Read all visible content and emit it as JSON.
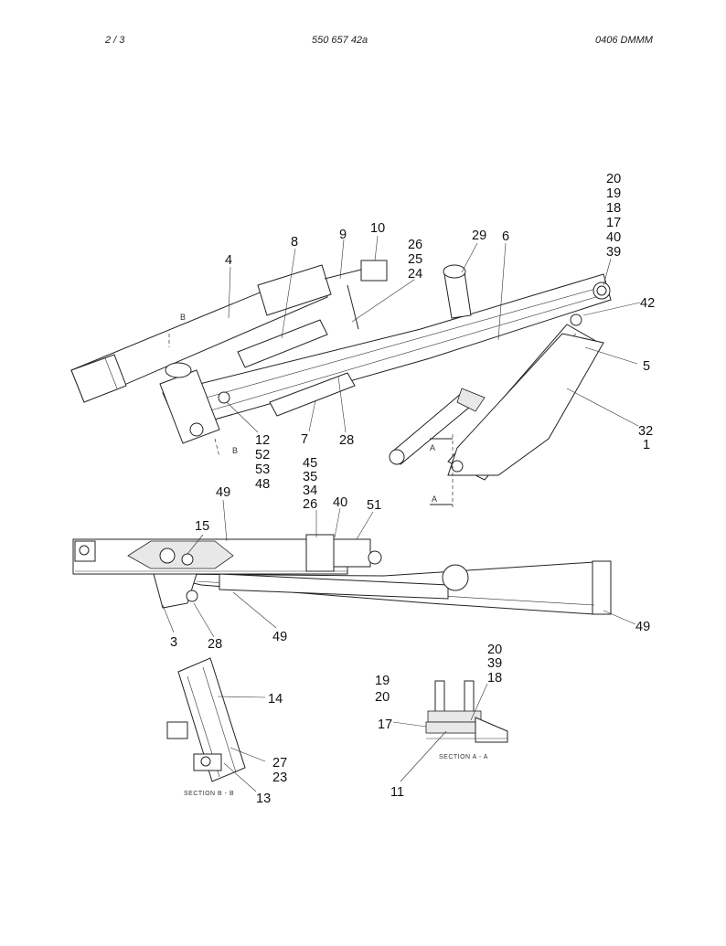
{
  "header": {
    "page": "2 /   3",
    "drawing_no": "550 657 42a",
    "code": "0406 DMMM"
  },
  "callouts": [
    {
      "id": "c20a",
      "text": "20"
    },
    {
      "id": "c19a",
      "text": "19"
    },
    {
      "id": "c18a",
      "text": "18"
    },
    {
      "id": "c17a",
      "text": "17"
    },
    {
      "id": "c40a",
      "text": "40"
    },
    {
      "id": "c39a",
      "text": "39"
    },
    {
      "id": "c42",
      "text": "42"
    },
    {
      "id": "c5",
      "text": "5"
    },
    {
      "id": "c32",
      "text": "32"
    },
    {
      "id": "c1",
      "text": "1"
    },
    {
      "id": "c29",
      "text": "29"
    },
    {
      "id": "c6",
      "text": "6"
    },
    {
      "id": "c10",
      "text": "10"
    },
    {
      "id": "c9",
      "text": "9"
    },
    {
      "id": "c8",
      "text": "8"
    },
    {
      "id": "c4",
      "text": "4"
    },
    {
      "id": "c26a",
      "text": "26"
    },
    {
      "id": "c25",
      "text": "25"
    },
    {
      "id": "c24",
      "text": "24"
    },
    {
      "id": "c12",
      "text": "12"
    },
    {
      "id": "c52",
      "text": "52"
    },
    {
      "id": "c53",
      "text": "53"
    },
    {
      "id": "c48",
      "text": "48"
    },
    {
      "id": "c7",
      "text": "7"
    },
    {
      "id": "c28a",
      "text": "28"
    },
    {
      "id": "c45",
      "text": "45"
    },
    {
      "id": "c35",
      "text": "35"
    },
    {
      "id": "c34",
      "text": "34"
    },
    {
      "id": "c26b",
      "text": "26"
    },
    {
      "id": "c40b",
      "text": "40"
    },
    {
      "id": "c51",
      "text": "51"
    },
    {
      "id": "c49a",
      "text": "49"
    },
    {
      "id": "c15",
      "text": "15"
    },
    {
      "id": "c3",
      "text": "3"
    },
    {
      "id": "c28b",
      "text": "28"
    },
    {
      "id": "c49b",
      "text": "49"
    },
    {
      "id": "c49c",
      "text": "49"
    },
    {
      "id": "c14",
      "text": "14"
    },
    {
      "id": "c27",
      "text": "27"
    },
    {
      "id": "c23",
      "text": "23"
    },
    {
      "id": "c13",
      "text": "13"
    },
    {
      "id": "c20b",
      "text": "20"
    },
    {
      "id": "c39b",
      "text": "39"
    },
    {
      "id": "c18b",
      "text": "18"
    },
    {
      "id": "c19b",
      "text": "19"
    },
    {
      "id": "c20c",
      "text": "20"
    },
    {
      "id": "c17b",
      "text": "17"
    },
    {
      "id": "c11",
      "text": "11"
    }
  ],
  "section_marks": {
    "b_top": "B",
    "b_bottom": "B",
    "a_top": "A",
    "a_bottom": "A",
    "section_bb": "SECTION B - B",
    "section_aa": "SECTION A - A"
  }
}
